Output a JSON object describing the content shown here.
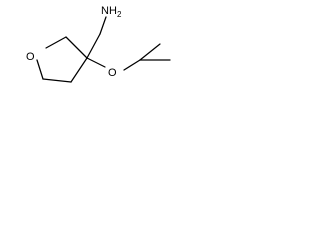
{
  "molecule": {
    "atoms": {
      "amine_label": "NH",
      "amine_subscript": "2",
      "ring_oxygen_label": "O",
      "ether_oxygen_label": "O"
    },
    "colors": {
      "bond": "#000000",
      "text": "#000000",
      "background": "#ffffff"
    }
  }
}
